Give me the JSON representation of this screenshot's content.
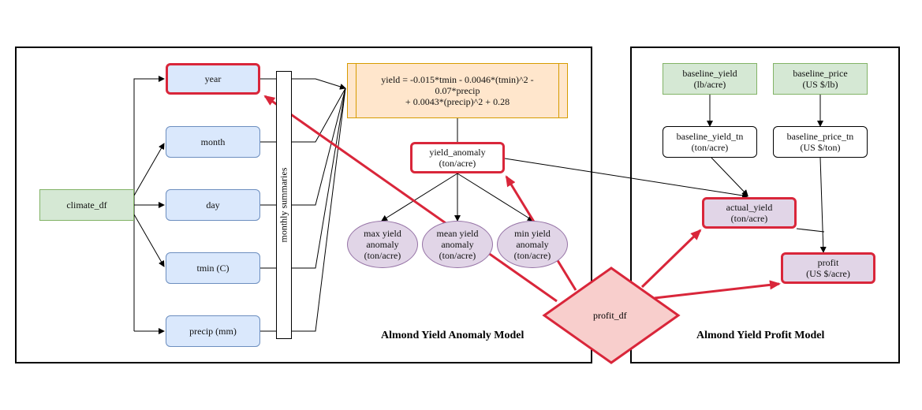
{
  "sections": {
    "anomaly_title": "Almond Yield Anomaly Model",
    "profit_title": "Almond Yield Profit Model"
  },
  "nodes": {
    "climate_df": "climate_df",
    "year": "year",
    "month": "month",
    "day": "day",
    "tmin": "tmin (C)",
    "precip": "precip (mm)",
    "monthly_summaries": "monthly summaries",
    "formula": "yield = -0.015*tmin - 0.0046*(tmin)^2 - 0.07*precip\n+ 0.0043*(precip)^2 + 0.28",
    "yield_anomaly": "yield_anomaly\n(ton/acre)",
    "max_yield_anomaly": "max yield\nanomaly\n(ton/acre)",
    "mean_yield_anomaly": "mean yield\nanomaly\n(ton/acre)",
    "min_yield_anomaly": "min yield\nanomaly\n(ton/acre)",
    "profit_df": "profit_df",
    "baseline_yield": "baseline_yield\n(lb/acre)",
    "baseline_price": "baseline_price\n(US $/lb)",
    "baseline_yield_tn": "baseline_yield_tn\n(ton/acre)",
    "baseline_price_tn": "baseline_price_tn\n(US $/ton)",
    "actual_yield": "actual_yield\n(ton/acre)",
    "profit": "profit\n(US $/acre)"
  },
  "colors": {
    "highlight": "#d9263a",
    "blue_fill": "#dae8fc",
    "green_fill": "#d5e8d4",
    "purple_fill": "#e1d5e7",
    "orange_fill": "#ffe6cc",
    "diamond_fill": "#f8cecc"
  }
}
